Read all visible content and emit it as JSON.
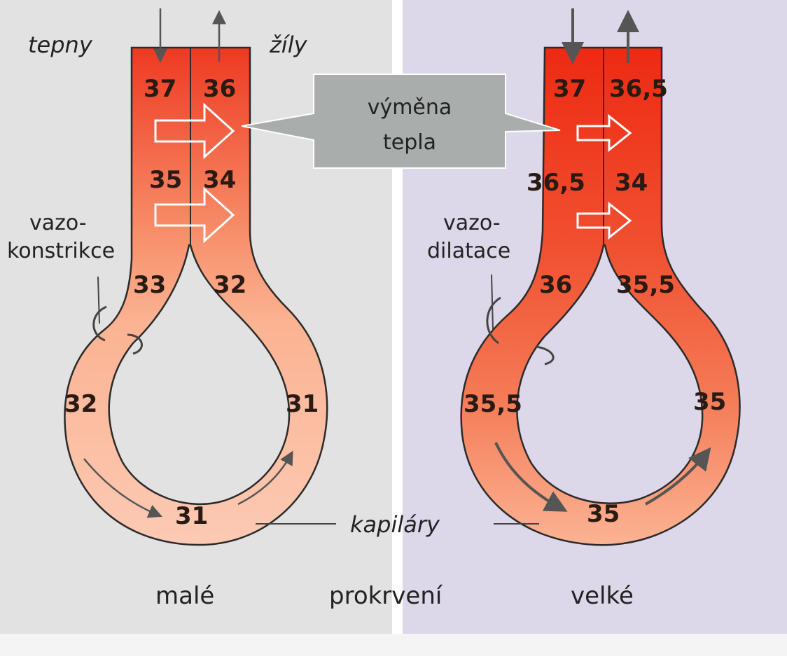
{
  "labels": {
    "tepny": "tepny",
    "zily": "žíly",
    "vymena_line1": "výměna",
    "vymena_line2": "tepla",
    "vazo_left_1": "vazo-",
    "vazo_left_2": "konstrikce",
    "vazo_right_1": "vazo-",
    "vazo_right_2": "dilatace",
    "kapilary": "kapiláry",
    "bottom_left": "malé",
    "bottom_center": "prokrvení",
    "bottom_right": "velké"
  },
  "left_loop": {
    "artery_top": "37",
    "vein_top": "36",
    "artery_mid": "35",
    "vein_mid": "34",
    "artery_neck": "33",
    "vein_neck": "32",
    "artery_side": "32",
    "vein_side": "31",
    "capillary": "31"
  },
  "right_loop": {
    "artery_top": "37",
    "vein_top": "36,5",
    "artery_mid": "36,5",
    "vein_mid": "34",
    "artery_neck": "36",
    "vein_neck": "35,5",
    "artery_side": "35,5",
    "vein_side": "35",
    "capillary": "35"
  },
  "colors": {
    "left_panel": "#e2e2e2",
    "right_panel": "#ddd7ea",
    "hot": "#ee3a22",
    "cool": "#fbc8b0",
    "callout": "#a9adac",
    "outline": "#2b2b2b"
  }
}
